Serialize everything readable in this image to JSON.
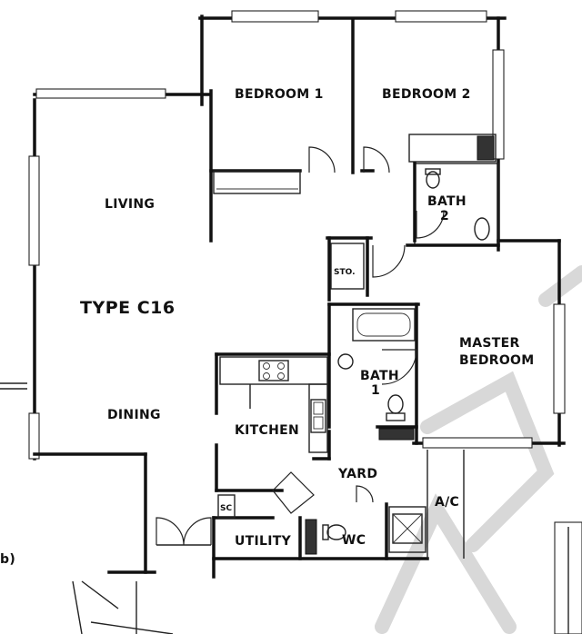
{
  "plan": {
    "type_label": "TYPE C16",
    "rooms": {
      "bedroom1": "BEDROOM 1",
      "bedroom2": "BEDROOM 2",
      "living": "LIVING",
      "dining": "DINING",
      "kitchen": "KITCHEN",
      "master_bedroom_line1": "MASTER",
      "master_bedroom_line2": "BEDROOM",
      "bath1_line1": "BATH",
      "bath1_line2": "1",
      "bath2_line1": "BATH",
      "bath2_line2": "2",
      "yard": "YARD",
      "utility": "UTILITY",
      "wc": "WC",
      "store": "STO.",
      "shelter": "SC",
      "ac": "A/C"
    },
    "edge_fragment": "b)"
  }
}
